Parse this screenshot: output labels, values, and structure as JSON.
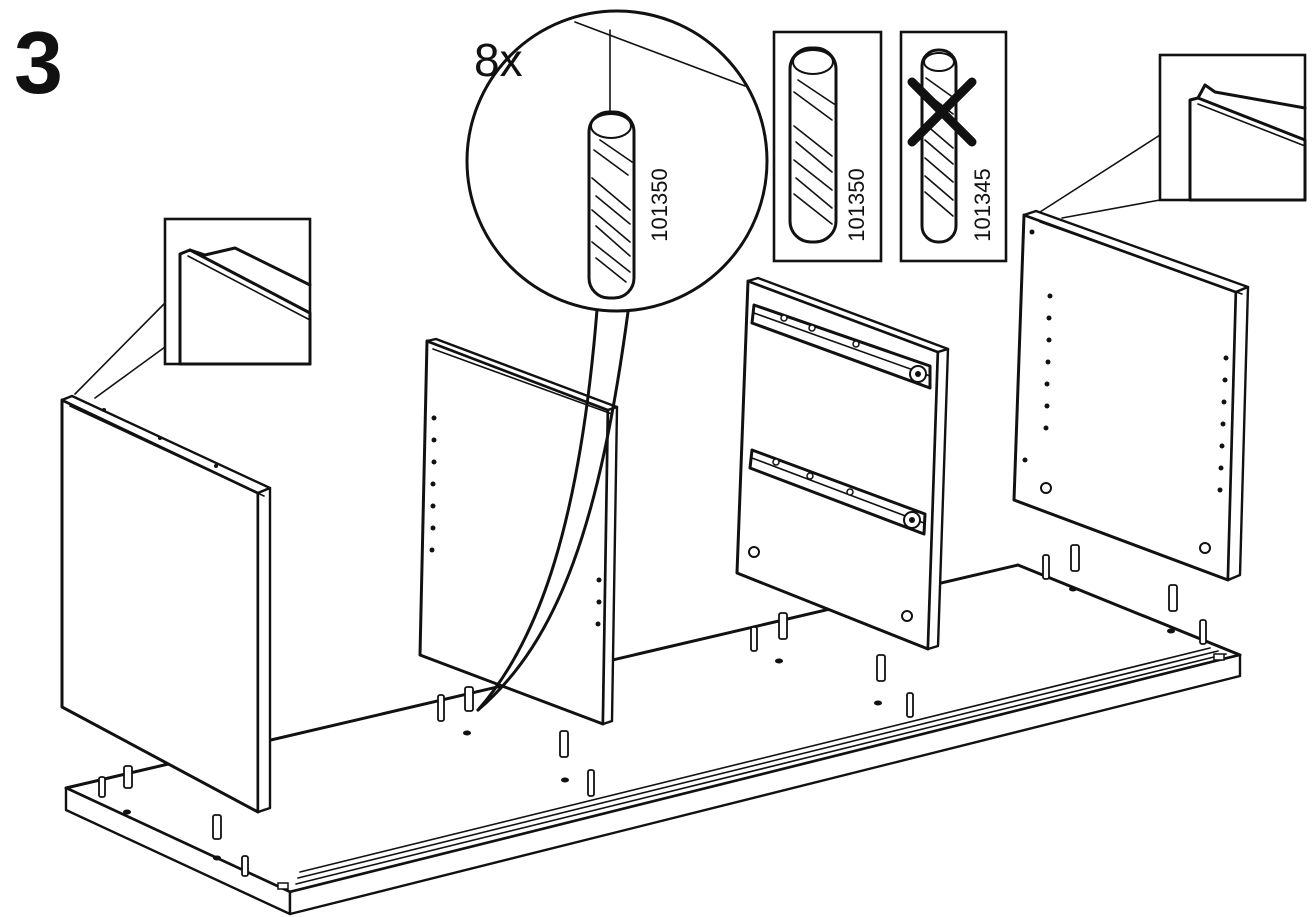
{
  "step": {
    "number": "3",
    "quantity_label": "8x"
  },
  "dowels": {
    "magnified_part_number": "101350",
    "correct_part_number": "101350",
    "incorrect_part_number": "101345"
  },
  "colors": {
    "ink": "#111111",
    "paper": "#ffffff"
  },
  "icons": {
    "reject_mark": "cross-icon",
    "magnifier": "detail-callout-circle"
  }
}
